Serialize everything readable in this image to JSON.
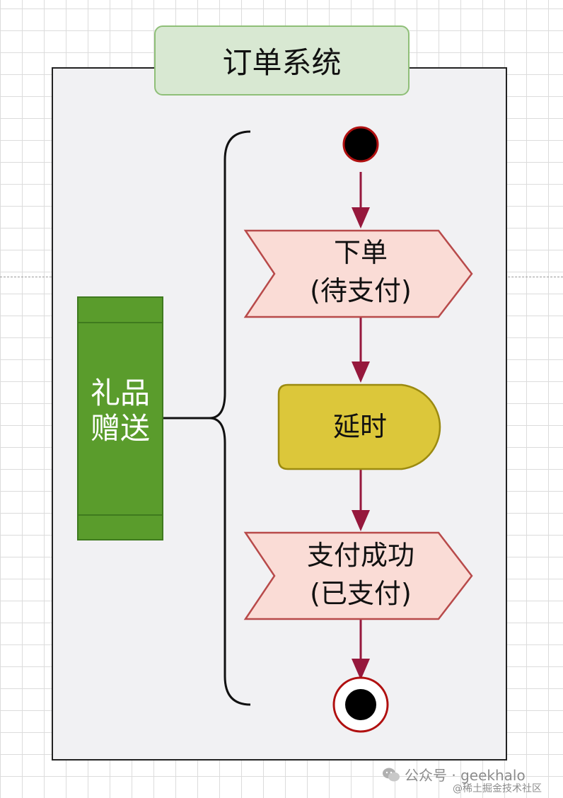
{
  "title": "订单系统",
  "gift": {
    "label_line1": "礼品",
    "label_line2": "赠送"
  },
  "nodes": {
    "order": {
      "line1": "下单",
      "line2": "(待支付)"
    },
    "delay": {
      "label": "延时"
    },
    "paid": {
      "line1": "支付成功",
      "line2": "(已支付)"
    }
  },
  "watermark": {
    "label": "公众号 · geekhalo",
    "sub": "@稀土掘金技术社区"
  },
  "colors": {
    "container_bg": "#f1f1f3",
    "title_bg": "#d8e8d2",
    "gift_bg": "#5a9c2c",
    "signal_bg": "#fadcd6",
    "signal_border": "#b84a4a",
    "delay_bg": "#dcc73a",
    "arrow": "#96183c"
  }
}
